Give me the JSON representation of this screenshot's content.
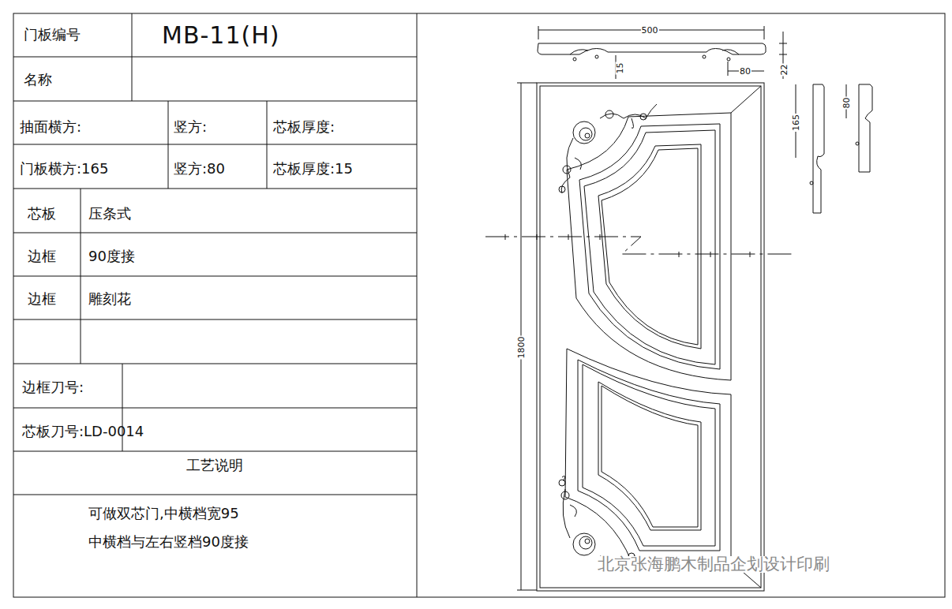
{
  "diagram": {
    "labels": [
      "门板编号",
      "MB-11(H)",
      "名称",
      "抽面横方:",
      "竖方:",
      "芯板厚度:",
      "门板横方:165",
      "竖方:80",
      "芯板厚度:15",
      "芯板",
      "压条式",
      "边框",
      "90度接",
      "边框",
      "雕刻花",
      "边框刀号:",
      "芯板刀号:LD-0014",
      "工艺说明",
      "可做双芯门,中横档宽95",
      "中横档与左右竖档90度接",
      "500",
      "15",
      "80",
      "22",
      "1800",
      "165",
      "80",
      "北京张海鹏木制品企划设计印刷"
    ]
  }
}
